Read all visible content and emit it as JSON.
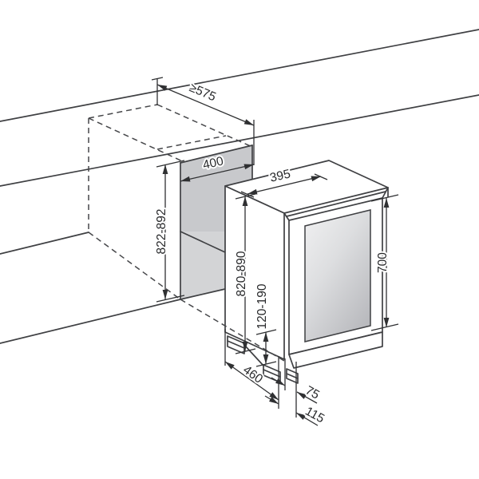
{
  "diagram": {
    "type": "installation-drawing",
    "subject": "built-in undercounter appliance with niche cutout, isometric view",
    "dimensions": {
      "niche_depth": {
        "label": "≥575"
      },
      "niche_width": {
        "label": "400"
      },
      "niche_height": {
        "label": "822-892"
      },
      "appliance_width": {
        "label": "395"
      },
      "appliance_height": {
        "label": "820-890"
      },
      "plinth_height": {
        "label": "120-190"
      },
      "door_height": {
        "label": "700"
      },
      "appliance_depth": {
        "label": "460"
      },
      "front_offset": {
        "label": "75"
      },
      "front_offset_total": {
        "label": "115"
      }
    },
    "colors": {
      "line": "#3f4043",
      "niche_wall_upper": "#c8c9cc",
      "niche_wall_lower": "#d3d4d6",
      "glass_light": "#f0f0f1",
      "glass_dark": "#bbbcc0",
      "background": "#ffffff"
    }
  }
}
